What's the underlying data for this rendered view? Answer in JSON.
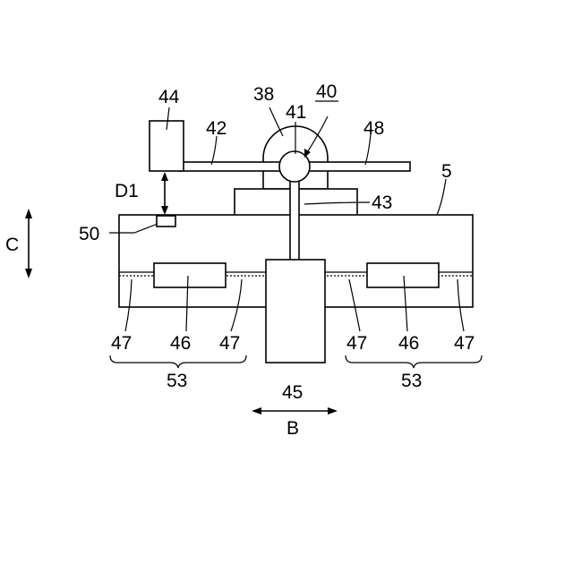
{
  "labels": {
    "l38": "38",
    "l40": "40",
    "l41": "41",
    "l42": "42",
    "l43": "43",
    "l44": "44",
    "l45": "45",
    "l46a": "46",
    "l46b": "46",
    "l47a": "47",
    "l47b": "47",
    "l47c": "47",
    "l47d": "47",
    "l48": "48",
    "l5": "5",
    "l50": "50",
    "l53a": "53",
    "l53b": "53",
    "lD1": "D1",
    "lC": "C",
    "lB": "B"
  }
}
